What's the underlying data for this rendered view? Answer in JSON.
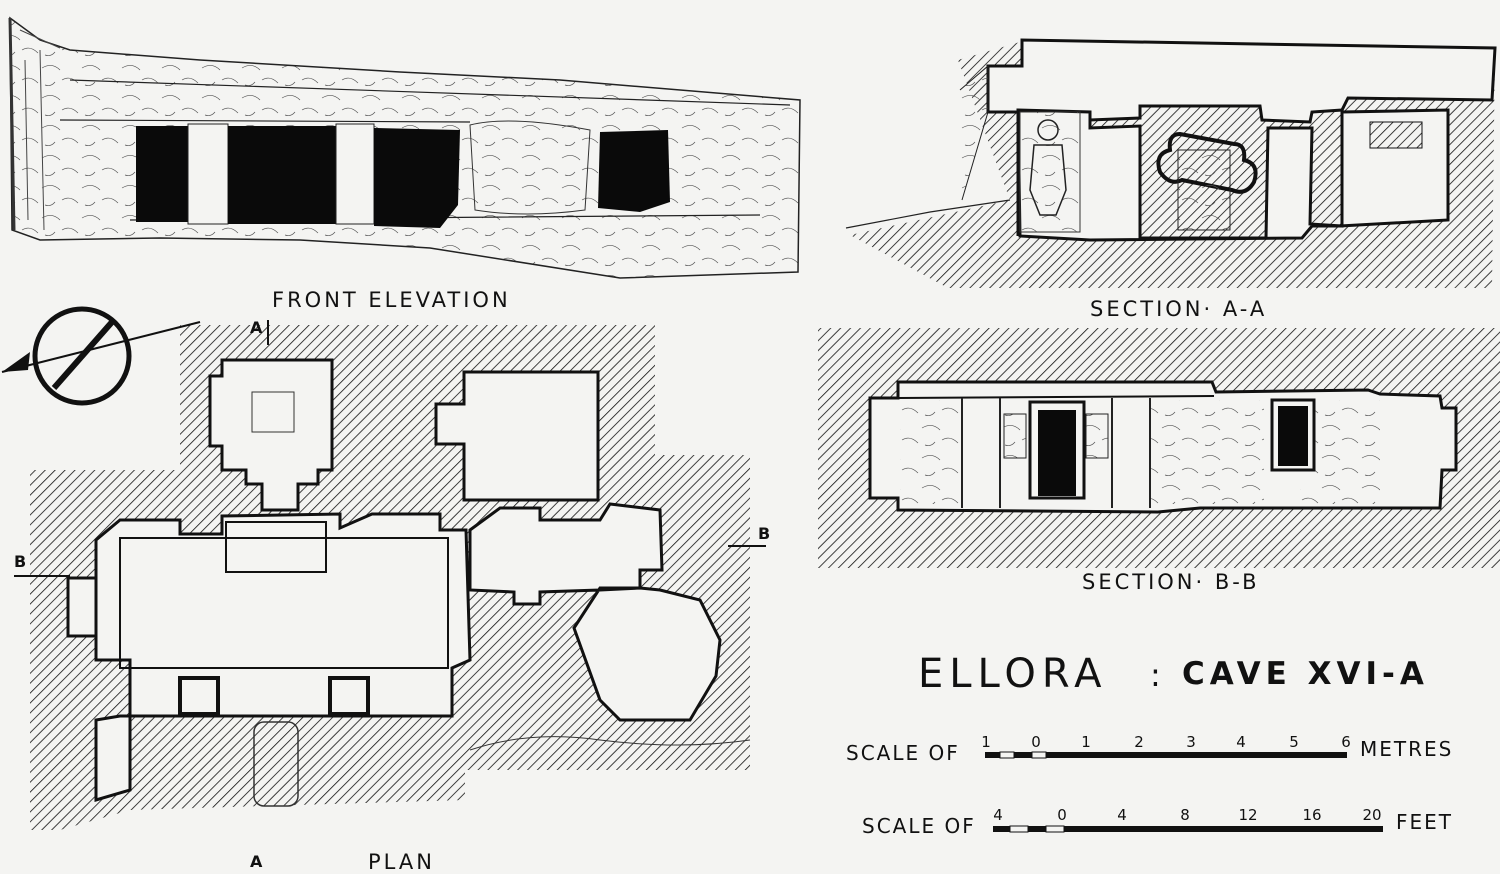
{
  "labels": {
    "front_elevation": "FRONT ELEVATION",
    "section_aa": "SECTION· A-A",
    "section_bb": "SECTION· B-B",
    "plan": "PLAN"
  },
  "title": {
    "main": "ELLORA",
    "colon": ":",
    "sub": "CAVE XVI-A"
  },
  "section_marks": {
    "a_top": "A",
    "a_bottom": "A",
    "b_left": "B",
    "b_right": "B"
  },
  "scale_metres": {
    "prefix": "SCALE OF",
    "suffix": "METRES",
    "ticks": [
      "1",
      "0",
      "1",
      "2",
      "3",
      "4",
      "5",
      "6"
    ]
  },
  "scale_feet": {
    "prefix": "SCALE OF",
    "suffix": "FEET",
    "ticks": [
      "4",
      "0",
      "4",
      "8",
      "12",
      "16",
      "20"
    ]
  },
  "colors": {
    "ink": "#111111",
    "paper": "#f4f4f2"
  }
}
